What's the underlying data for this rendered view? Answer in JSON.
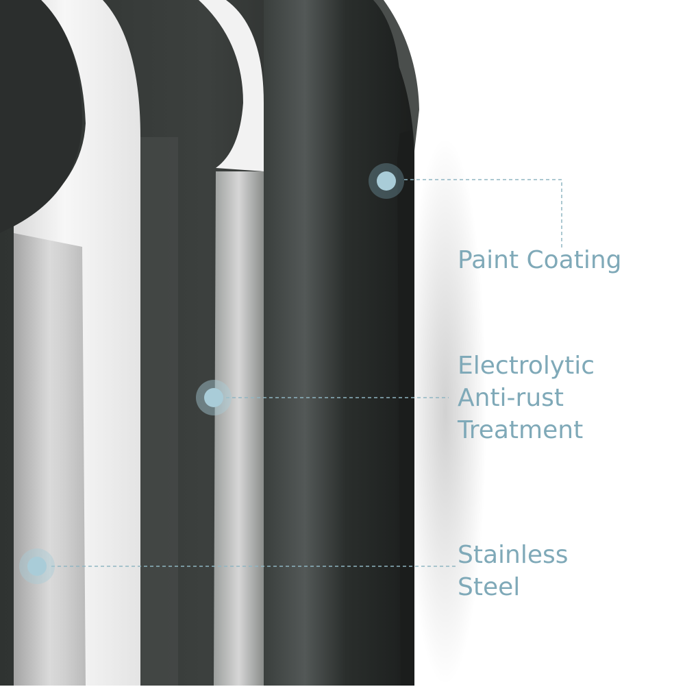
{
  "colors": {
    "accent": "#7fa9b8",
    "marker_fill": "#a9ccd8",
    "coating_dark": "#2a2e2c",
    "steel_light": "#e6e6e6"
  },
  "layers": [
    {
      "name": "paint-coating",
      "label": "Paint Coating"
    },
    {
      "name": "electrolytic-treatment",
      "label": "Electrolytic\nAnti-rust\nTreatment"
    },
    {
      "name": "stainless-steel",
      "label": "Stainless\nSteel"
    }
  ]
}
